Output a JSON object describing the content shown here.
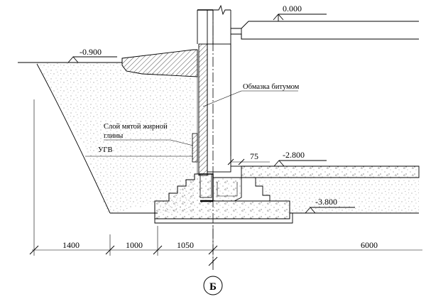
{
  "levels": {
    "zero": "0.000",
    "ground": "-0.900",
    "floor": "-2.800",
    "footing_bottom": "-3.800"
  },
  "notes": {
    "bitumen": "Обмазка битумом",
    "clay_line1": "Слой мятой жирной",
    "clay_line2": "глины",
    "groundwater": "УГВ"
  },
  "dims": {
    "d1": "1400",
    "d2": "1000",
    "d3": "1050",
    "d4": "6000",
    "small": "75"
  },
  "axis_label": "Б"
}
